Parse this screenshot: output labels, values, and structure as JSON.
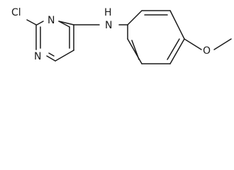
{
  "structure": {
    "atoms": {
      "chlorine": "Cl",
      "ring_nitrogen_top": "N",
      "ring_nitrogen_bottom": "N",
      "amine_n": "N",
      "amine_h": "H",
      "oxygen": "O"
    }
  }
}
